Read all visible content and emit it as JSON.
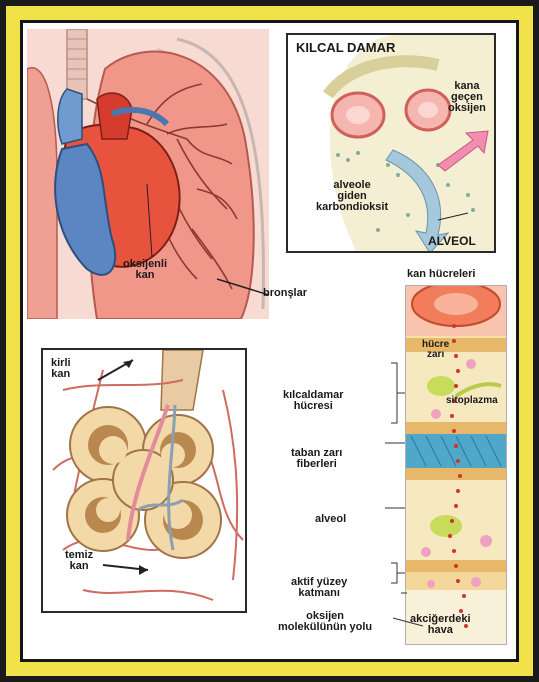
{
  "colors": {
    "frame": "#f2e24a",
    "lung": "#f0978a",
    "vein_blue": "#5b86c2",
    "capillary_red": "#e06c6c",
    "membrane_blue": "#4fa7c9",
    "arrow_blue": "#a6c8dc",
    "arrow_pink": "#f28db0"
  },
  "lung_panel": {
    "label_oxygenated_blood": "oksijenli\nkan",
    "label_bronchi": "bronşlar"
  },
  "capillary_panel": {
    "title": "KILCAL DAMAR",
    "label_oxygen_to_blood": "kana\ngeçen\noksijen",
    "label_co2_to_alveole": "alveole\ngiden\nkarbondioksit",
    "label_alveol": "ALVEOL"
  },
  "alveoli_panel": {
    "label_dirty_blood": "kirli\nkan",
    "label_clean_blood": "temiz\nkan"
  },
  "membrane_panel": {
    "label_blood_cells": "kan hücreleri",
    "label_cell_membrane": "hücre\nzarı",
    "label_capillary_cell": "kılcaldamar\nhücresi",
    "label_cytoplasm": "sitoplazma",
    "label_basement_fibers": "taban zarı\nfiberleri",
    "label_alveol": "alveol",
    "label_surface_layer": "aktif yüzey\nkatmanı",
    "label_oxygen_path": "oksijen\nmolekülünün yolu",
    "label_lung_air": "akciğerdeki\nhava"
  }
}
